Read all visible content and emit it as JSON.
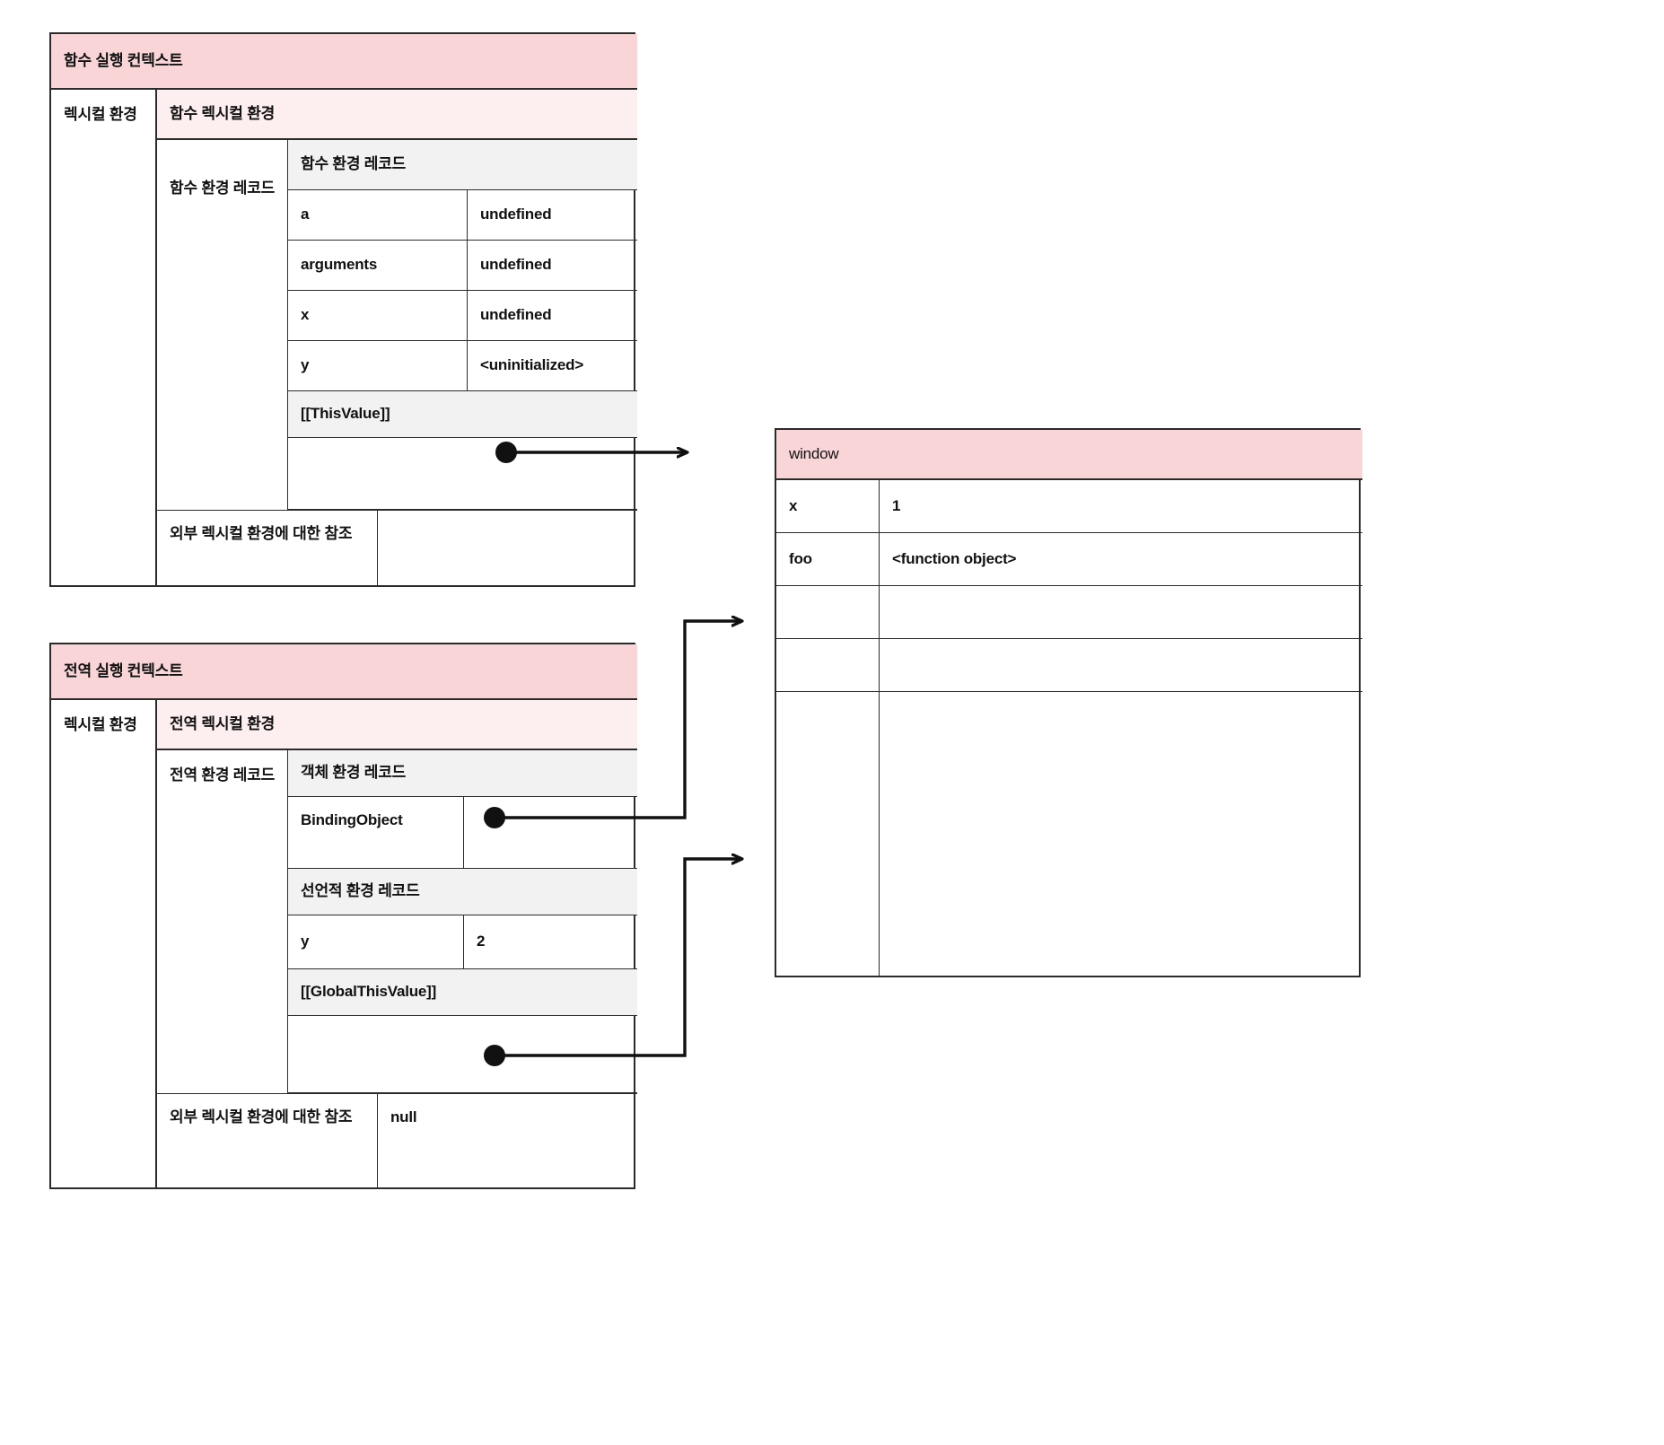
{
  "diagram": {
    "type": "javascript-execution-context-diagram",
    "colors": {
      "header_pink": "#f9d5d7",
      "subheader_pink": "#fdeef0",
      "row_gray": "#f2f2f2",
      "border": "#2b2b2b",
      "text": "#111111"
    }
  },
  "function_context": {
    "title": "함수 실행 컨텍스트",
    "lexical_env_label": "렉시컬 환경",
    "lexical_env_title": "함수 렉시컬 환경",
    "env_record_label": "함수 환경 레코드",
    "env_record_title": "함수 환경 레코드",
    "bindings": [
      {
        "name": "a",
        "value": "undefined"
      },
      {
        "name": "arguments",
        "value": "undefined"
      },
      {
        "name": "x",
        "value": "undefined"
      },
      {
        "name": "y",
        "value": "<uninitialized>"
      }
    ],
    "this_value_label": "[[ThisValue]]",
    "this_value_ref": "",
    "outer_ref_label": "외부 렉시컬 환경에 대한 참조",
    "outer_ref_value": ""
  },
  "global_context": {
    "title": "전역 실행 컨텍스트",
    "lexical_env_label": "렉시컬 환경",
    "lexical_env_title": "전역 렉시컬 환경",
    "env_record_label": "전역 환경 레코드",
    "object_record_title": "객체 환경 레코드",
    "binding_object_label": "BindingObject",
    "binding_object_value": "",
    "declarative_record_title": "선언적 환경 레코드",
    "declarative_bindings": [
      {
        "name": "y",
        "value": "2"
      }
    ],
    "global_this_label": "[[GlobalThisValue]]",
    "global_this_value": "",
    "outer_ref_label": "외부 렉시컬 환경에 대한 참조",
    "outer_ref_value": "null"
  },
  "window_object": {
    "title": "window",
    "properties": [
      {
        "name": "x",
        "value": "1"
      },
      {
        "name": "foo",
        "value": "<function object>"
      },
      {
        "name": "",
        "value": ""
      },
      {
        "name": "",
        "value": ""
      },
      {
        "name": "",
        "value": ""
      }
    ]
  },
  "connections": [
    {
      "name": "function-this-to-window",
      "from": "함수 실행 컨텍스트 [[ThisValue]]",
      "to": "window"
    },
    {
      "name": "binding-object-to-window",
      "from": "BindingObject",
      "to": "window"
    },
    {
      "name": "global-this-to-window",
      "from": "[[GlobalThisValue]]",
      "to": "window"
    }
  ]
}
